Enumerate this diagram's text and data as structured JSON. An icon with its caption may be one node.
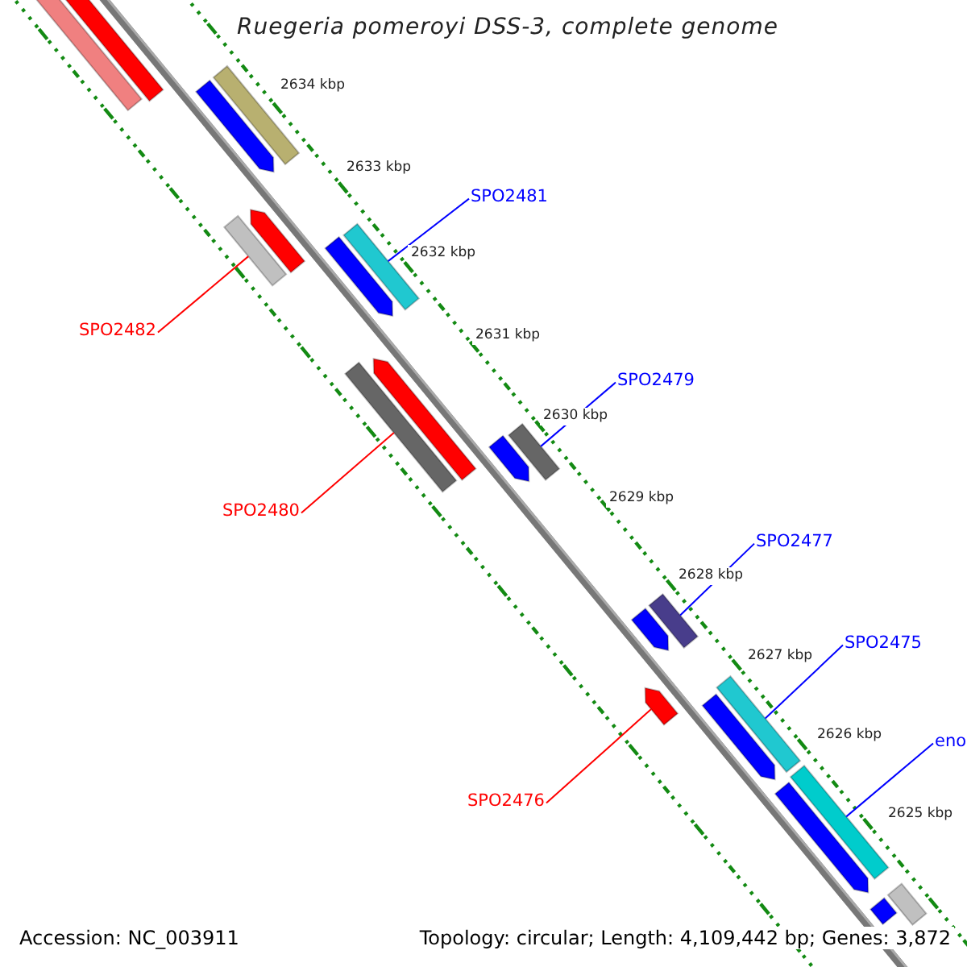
{
  "diagram": {
    "title": "Ruegeria pomeroyi DSS-3, complete genome",
    "nodes": [
      {
        "text": [
          "SPO2481"
        ]
      },
      {
        "text": [],
        "shape": "bar"
      },
      {
        "text": [
          "SPO2482"
        ]
      },
      {
        "text": [],
        "shape": "bar"
      },
      {
        "text": [
          "SPO2479"
        ]
      },
      {
        "text": [],
        "shape": "bar"
      },
      {
        "text": [
          "SPO2480"
        ]
      },
      {
        "text": [],
        "shape": "bar"
      },
      {
        "text": [
          "SPO2477"
        ]
      },
      {
        "text": [],
        "shape": "bar"
      },
      {
        "text": [
          "SPO2475"
        ]
      },
      {
        "text": [],
        "shape": "bar"
      },
      {
        "text": [
          "SPO2476"
        ]
      },
      {
        "text": [],
        "shape": "bar"
      },
      {
        "text": [
          "eno"
        ]
      },
      {
        "text": [],
        "shape": "bar"
      },
      {
        "text": [],
        "shape": "bar"
      },
      {
        "text": [],
        "shape": "bar"
      },
      {
        "text": [],
        "shape": "bar"
      },
      {
        "text": [],
        "shape": "bar"
      },
      {
        "text": [],
        "shape": "bar"
      },
      {
        "text": [],
        "shape": "bar"
      },
      {
        "text": [],
        "shape": "bar"
      },
      {
        "text": [],
        "shape": "bar"
      },
      {
        "text": [],
        "shape": "bar"
      },
      {
        "text": [],
        "shape": "bar"
      },
      {
        "text": [],
        "shape": "bar"
      },
      {
        "text": [],
        "shape": "bar"
      },
      {
        "text": [],
        "shape": "bar"
      }
    ],
    "edges": [
      {
        "from": 0,
        "to": 1,
        "arrow": "none"
      },
      {
        "from": 2,
        "to": 3,
        "arrow": "none",
        "color": "#ff0000"
      },
      {
        "from": 4,
        "to": 5,
        "arrow": "none"
      },
      {
        "from": 6,
        "to": 7,
        "arrow": "none",
        "color": "#ff0000"
      },
      {
        "from": 8,
        "to": 9,
        "arrow": "none"
      },
      {
        "from": 10,
        "to": 11,
        "arrow": "none"
      },
      {
        "from": 12,
        "to": 13,
        "arrow": "none",
        "color": "#ff0000"
      },
      {
        "from": 14,
        "to": 15,
        "arrow": "none"
      }
    ],
    "labels": [
      "2634 kbp",
      "2633 kbp",
      "2632 kbp",
      "2631 kbp",
      "2630 kbp",
      "2629 kbp",
      "2628 kbp",
      "2627 kbp",
      "2626 kbp",
      "2625 kbp",
      "Accession: NC_003911",
      "Topology: circular; Length: 4,109,442 bp; Genes: 3,872"
    ]
  }
}
